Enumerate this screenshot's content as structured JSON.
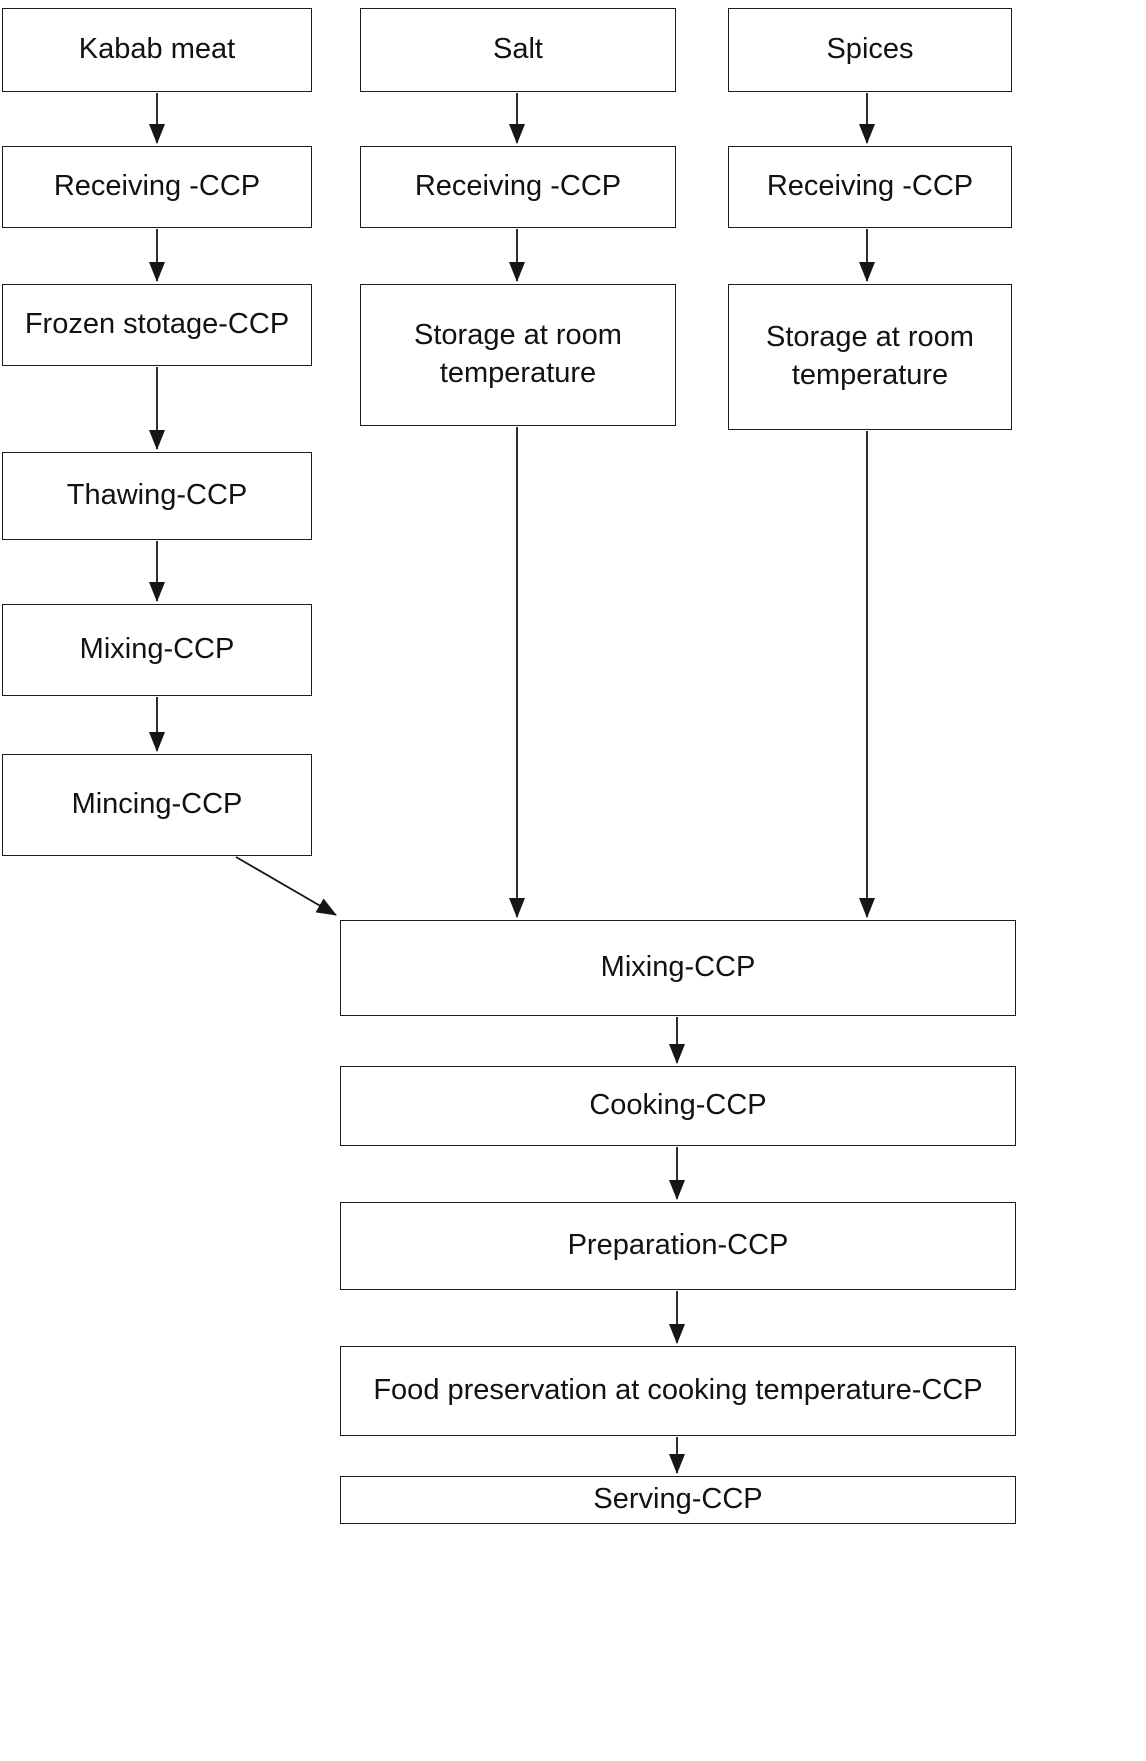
{
  "diagram": {
    "type": "flowchart",
    "description": "HACCP process flow diagram for kabab preparation with three ingredient lanes merging into a common process chain",
    "nodes": {
      "kabab_meat": "Kabab meat",
      "kabab_receiving": "Receiving -CCP",
      "frozen_storage": "Frozen stotage-CCP",
      "thawing": "Thawing-CCP",
      "mixing_meat": "Mixing-CCP",
      "mincing": "Mincing-CCP",
      "salt": "Salt",
      "salt_receiving": "Receiving -CCP",
      "salt_storage": "Storage at room temperature",
      "spices": "Spices",
      "spices_receiving": "Receiving -CCP",
      "spices_storage": "Storage at room temperature",
      "mixing_main": "Mixing-CCP",
      "cooking": "Cooking-CCP",
      "preparation": "Preparation-CCP",
      "food_preservation": "Food preservation at cooking temperature-CCP",
      "serving": "Serving-CCP"
    },
    "edges": [
      {
        "from": "kabab_meat",
        "to": "kabab_receiving"
      },
      {
        "from": "kabab_receiving",
        "to": "frozen_storage"
      },
      {
        "from": "frozen_storage",
        "to": "thawing"
      },
      {
        "from": "thawing",
        "to": "mixing_meat"
      },
      {
        "from": "mixing_meat",
        "to": "mincing"
      },
      {
        "from": "mincing",
        "to": "mixing_main"
      },
      {
        "from": "salt",
        "to": "salt_receiving"
      },
      {
        "from": "salt_receiving",
        "to": "salt_storage"
      },
      {
        "from": "salt_storage",
        "to": "mixing_main"
      },
      {
        "from": "spices",
        "to": "spices_receiving"
      },
      {
        "from": "spices_receiving",
        "to": "spices_storage"
      },
      {
        "from": "spices_storage",
        "to": "mixing_main"
      },
      {
        "from": "mixing_main",
        "to": "cooking"
      },
      {
        "from": "cooking",
        "to": "preparation"
      },
      {
        "from": "preparation",
        "to": "food_preservation"
      },
      {
        "from": "food_preservation",
        "to": "serving"
      }
    ],
    "colors": {
      "box_border": "#1c1c1c",
      "box_fill": "#ffffff",
      "text": "#121212",
      "arrow": "#161616"
    }
  }
}
